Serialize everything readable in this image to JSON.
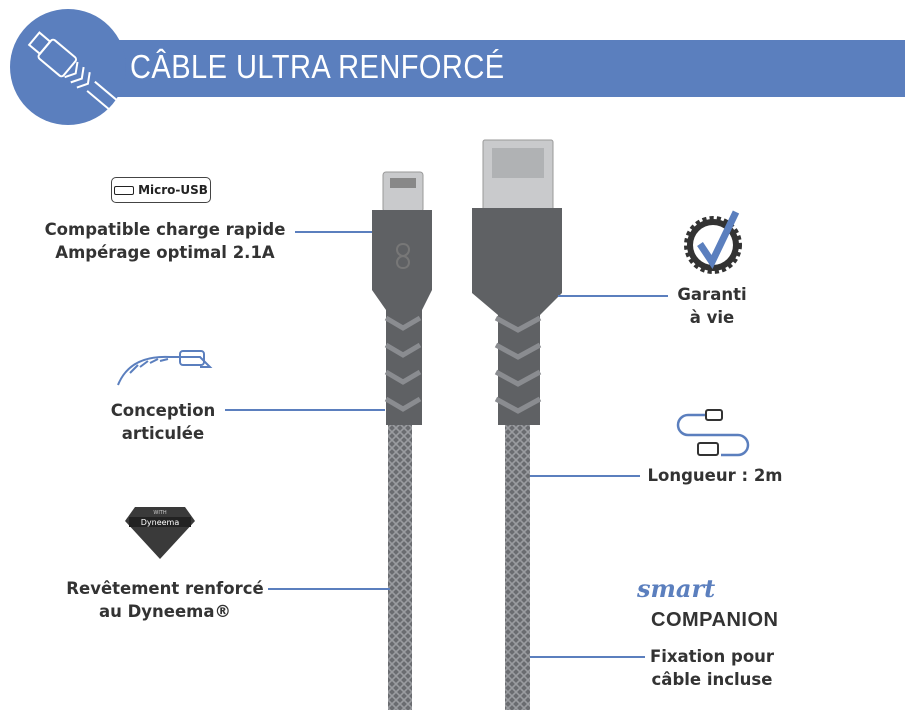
{
  "header": {
    "title": "CÂBLE ULTRA RENFORCÉ",
    "icon": "cable-icon"
  },
  "features": {
    "micro_usb": {
      "badge": "Micro-USB",
      "line1": "Compatible charge rapide",
      "line2": "Ampérage optimal 2.1A"
    },
    "articulated": {
      "line1": "Conception",
      "line2": "articulée"
    },
    "dyneema": {
      "logo_text": "Dyneema",
      "logo_small": "WITH",
      "line1": "Revêtement renforcé",
      "line2": "au Dyneema®"
    },
    "warranty": {
      "line1": "Garanti",
      "line2": "à vie"
    },
    "length": {
      "line1": "Longueur : 2m"
    },
    "companion": {
      "logo_script": "smart",
      "logo_word": "COMPANION",
      "line1": "Fixation pour",
      "line2": "câble incluse"
    }
  },
  "colors": {
    "accent": "#5b7fbe",
    "cable": "#5f6164",
    "text": "#333333"
  }
}
